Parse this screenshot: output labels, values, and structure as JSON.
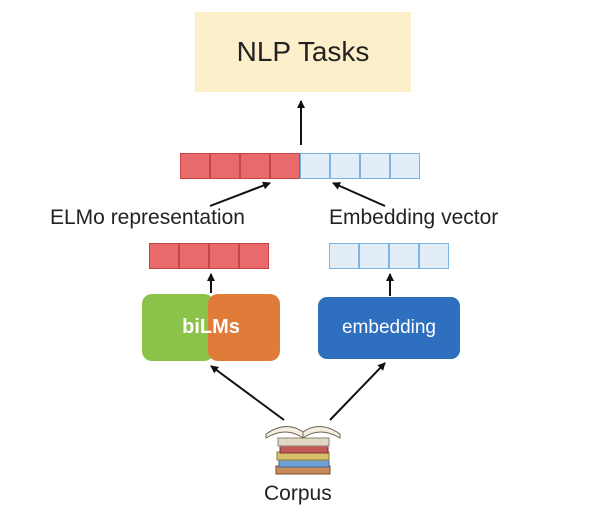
{
  "nlp_tasks": {
    "label": "NLP Tasks"
  },
  "elmo": {
    "label": "ELMo representation"
  },
  "embedding_vector": {
    "label": "Embedding vector"
  },
  "bilms": {
    "label": "biLMs"
  },
  "embedding": {
    "label": "embedding"
  },
  "corpus": {
    "label": "Corpus"
  },
  "colors": {
    "task_box": "#fcefc9",
    "elmo_cell": "#e96a6a",
    "embedding_cell": "#e2edf8",
    "bilm_green": "#8bc34a",
    "bilm_orange": "#e07b3a",
    "embedding_box": "#2f6fbf"
  },
  "icons": {
    "corpus": "stack-of-books-icon"
  }
}
